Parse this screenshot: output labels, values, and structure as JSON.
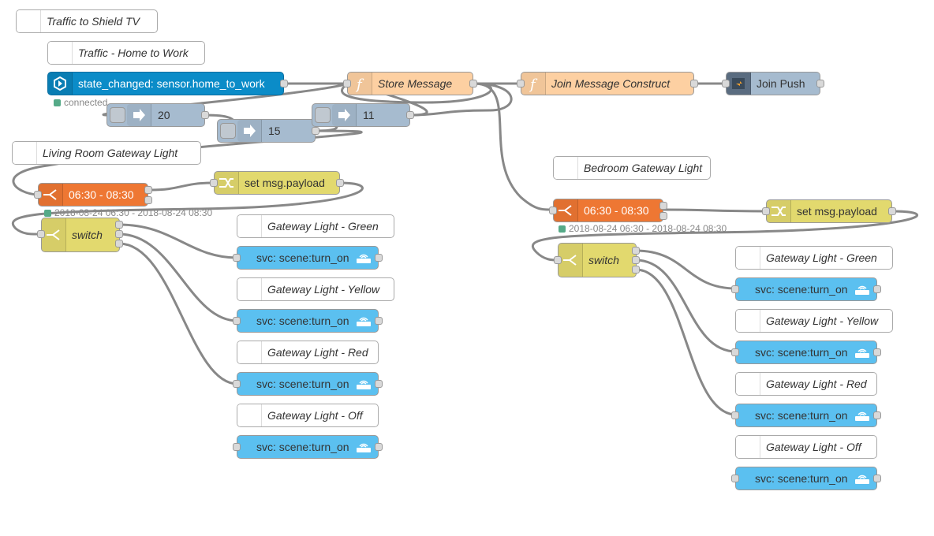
{
  "comments": {
    "traffic_shield": "Traffic to Shield TV",
    "traffic_home_work": "Traffic - Home to Work",
    "living_room": "Living Room Gateway Light",
    "bedroom": "Bedroom Gateway Light",
    "left_green": "Gateway Light - Green",
    "left_yellow": "Gateway Light - Yellow",
    "left_red": "Gateway Light - Red",
    "left_off": "Gateway Light - Off",
    "right_green": "Gateway Light - Green",
    "right_yellow": "Gateway Light - Yellow",
    "right_red": "Gateway Light - Red",
    "right_off": "Gateway Light - Off"
  },
  "nodes": {
    "state_changed": "state_changed: sensor.home_to_work",
    "state_status": "connected",
    "store_message": "Store Message",
    "join_construct": "Join Message Construct",
    "join_push": "Join Push",
    "delay_20": "20",
    "delay_15": "15",
    "delay_11": "11",
    "left_time": "06:30 - 08:30",
    "left_time_status": "2018-08-24 06:30 - 2018-08-24 08:30",
    "left_change": "set msg.payload",
    "left_switch": "switch",
    "right_time": "06:30 - 08:30",
    "right_time_status": "2018-08-24 06:30 - 2018-08-24 08:30",
    "right_change": "set msg.payload",
    "right_switch": "switch",
    "svc": "svc: scene:turn_on"
  },
  "colors": {
    "ha_blue": "#0b8cc8",
    "function_orange": "#fdd0a2",
    "delay_gray": "#a6bbcf",
    "time_orange": "#ee7733",
    "change_yellow": "#e2d96e",
    "service_blue": "#5bc0f0",
    "wire": "#888888",
    "status_green": "#5a8"
  }
}
